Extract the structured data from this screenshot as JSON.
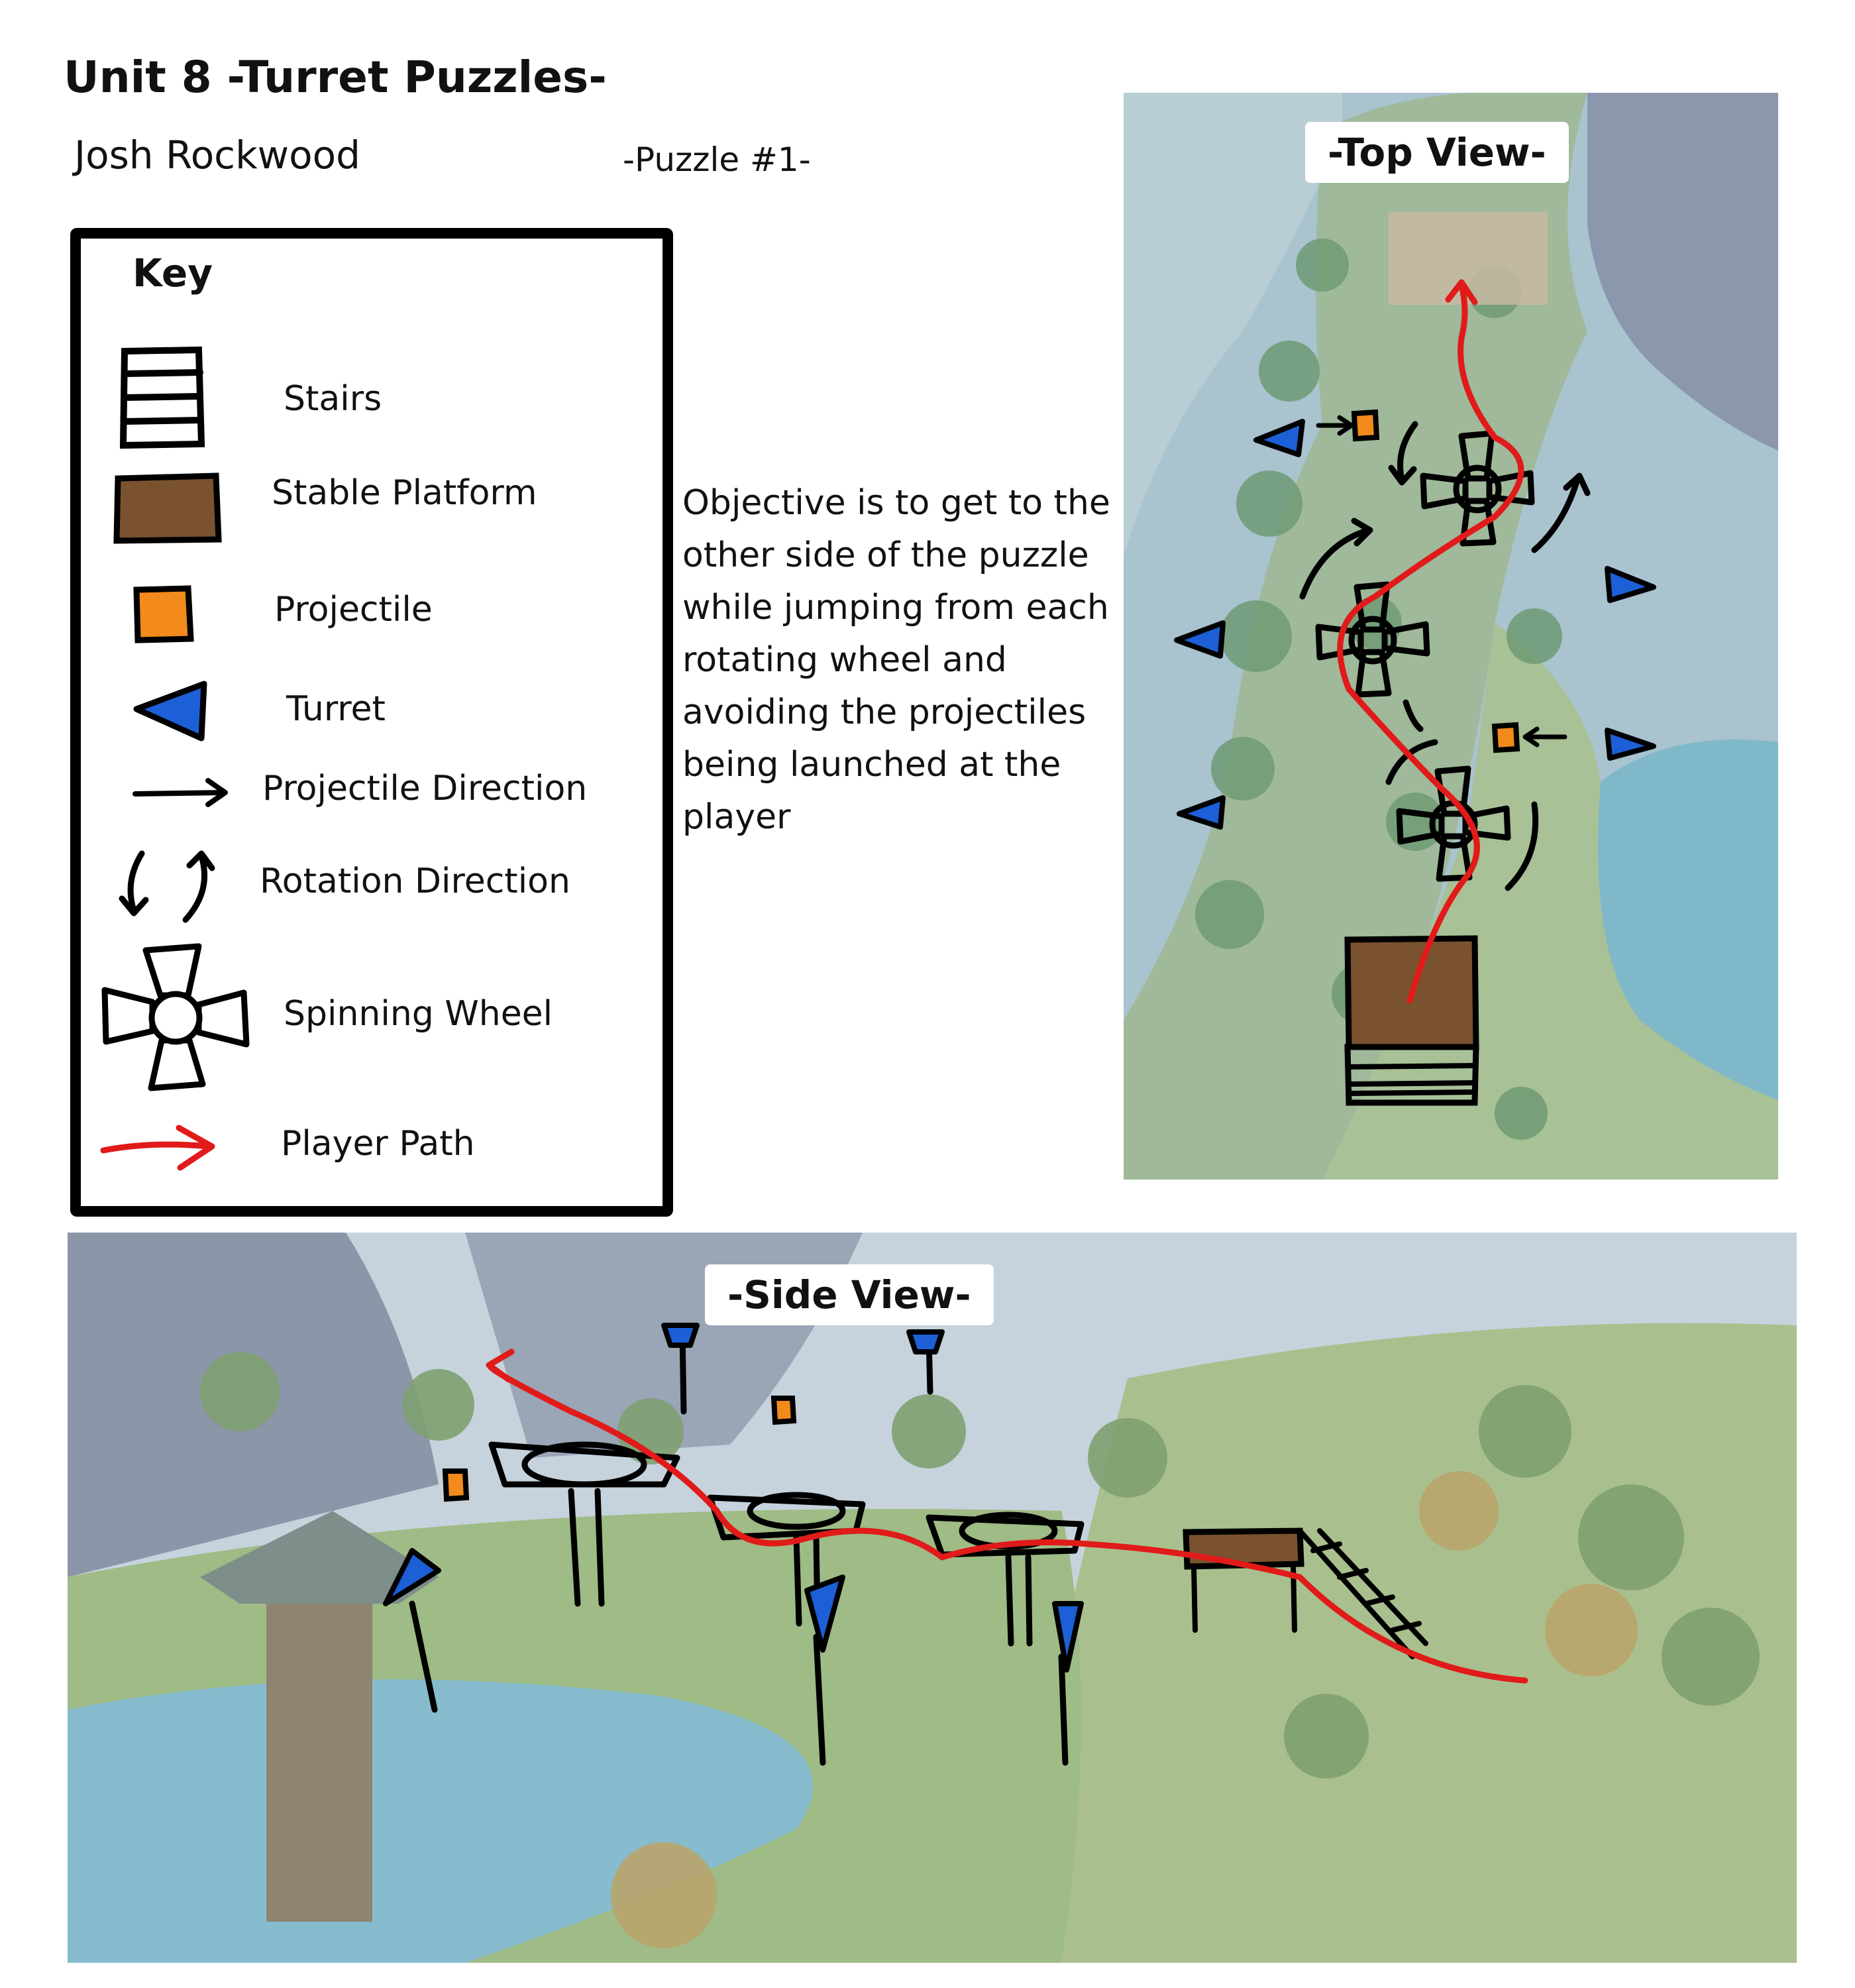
{
  "header": {
    "title": "Unit 8 -Turret Puzzles-",
    "author": "Josh Rockwood",
    "puzzle_label": "-Puzzle #1-"
  },
  "key": {
    "title": "Key",
    "items": [
      {
        "label": "Stairs",
        "icon": "stairs-icon"
      },
      {
        "label": "Stable Platform",
        "icon": "stable-platform-icon"
      },
      {
        "label": "Projectile",
        "icon": "projectile-icon"
      },
      {
        "label": "Turret",
        "icon": "turret-icon"
      },
      {
        "label": "Projectile Direction",
        "icon": "arrow-icon"
      },
      {
        "label": "Rotation Direction",
        "icon": "rotation-icon"
      },
      {
        "label": "Spinning Wheel",
        "icon": "spinning-wheel-icon"
      },
      {
        "label": "Player Path",
        "icon": "player-path-icon"
      }
    ]
  },
  "objective": "Objective is to get to the other side of the puzzle while jumping from each rotating wheel and avoiding the projectiles being launched at the player",
  "top_view": {
    "label": "-Top View-"
  },
  "side_view": {
    "label": "-Side View-"
  },
  "colors": {
    "platform": "#7a5230",
    "projectile": "#f28a1c",
    "turret": "#1d5fd6",
    "path": "#e11a1a",
    "ink": "#000000"
  }
}
